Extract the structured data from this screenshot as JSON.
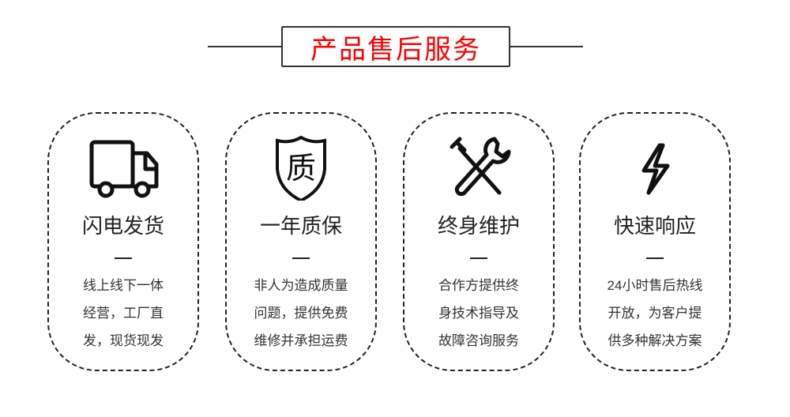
{
  "header": {
    "title": "产品售后服务",
    "title_color": "#ff0000"
  },
  "cards": [
    {
      "icon": "truck-icon",
      "title": "闪电发货",
      "lines": [
        "线上线下一体",
        "经营，工厂直",
        "发，现货现发"
      ]
    },
    {
      "icon": "quality-shield-icon",
      "icon_text": "质",
      "title": "一年质保",
      "lines": [
        "非人为造成质量",
        "问题，提供免费",
        "维修并承担运费"
      ]
    },
    {
      "icon": "tools-icon",
      "title": "终身维护",
      "lines": [
        "合作方提供终",
        "身技术指导及",
        "故障咨询服务"
      ]
    },
    {
      "icon": "lightning-icon",
      "title": "快速响应",
      "lines": [
        "24小时售后热线",
        "开放，为客户提",
        "供多种解决方案"
      ]
    }
  ]
}
